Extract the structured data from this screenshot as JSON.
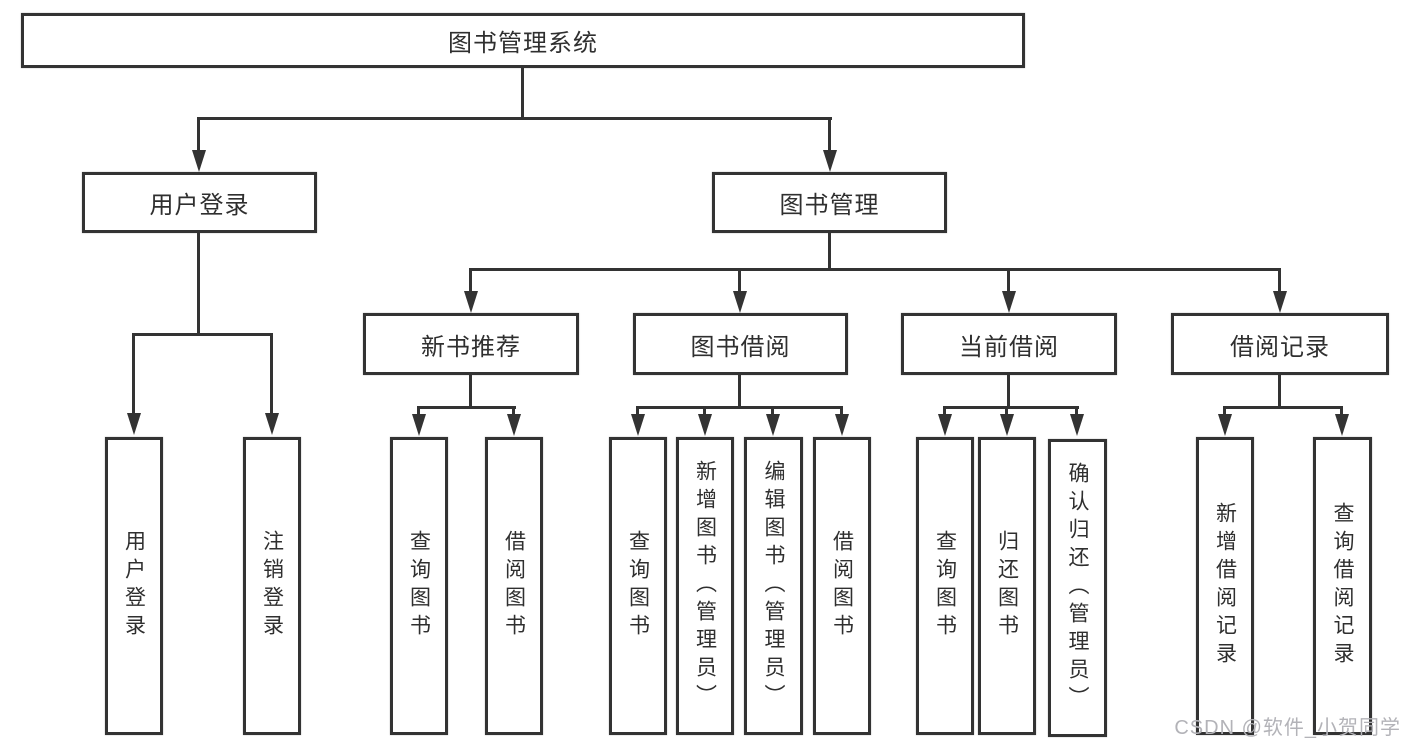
{
  "diagram": {
    "root": "图书管理系统",
    "level2": [
      "用户登录",
      "图书管理"
    ],
    "level3": [
      "新书推荐",
      "图书借阅",
      "当前借阅",
      "借阅记录"
    ],
    "level4": [
      "用户登录",
      "注销登录",
      "查询图书",
      "借阅图书",
      "查询图书",
      "新增图书（管理员）",
      "编辑图书（管理员）",
      "借阅图书",
      "查询图书",
      "归还图书",
      "确认归还（管理员）",
      "新增借阅记录",
      "查询借阅记录"
    ]
  },
  "watermark": "CSDN @软件_小贺同学",
  "colors": {
    "line": "#333333",
    "text": "#2f2f2f",
    "watermark": "#b3b3b8",
    "background": "#ffffff"
  }
}
